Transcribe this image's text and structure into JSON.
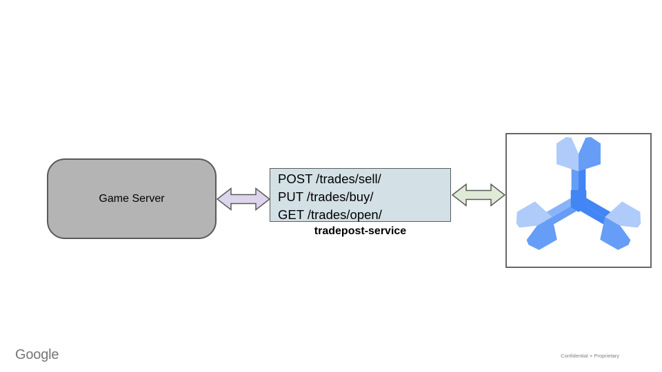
{
  "slide": {
    "background": "#ffffff"
  },
  "nodes": {
    "game_server": {
      "label": "Game Server",
      "fill": "#b4b4b4",
      "border": "#595959"
    },
    "service_box": {
      "endpoints": [
        "POST /trades/sell/",
        "PUT /trades/buy/",
        "GET /trades/open/"
      ],
      "fill": "#d3e0e6",
      "border": "#595959",
      "label": "tradepost-service"
    },
    "spanner_box": {
      "fill": "#ffffff",
      "border": "#666666"
    }
  },
  "connectors": {
    "left_arrow": {
      "type": "double-headed",
      "fill": "#dcd5ec",
      "stroke": "#595959"
    },
    "right_arrow": {
      "type": "double-headed",
      "fill": "#dfead7",
      "stroke": "#595959"
    }
  },
  "spanner_logo": {
    "name": "cloud-spanner-tri-wrench",
    "light": "#aecbfa",
    "medium": "#669df6",
    "medium_light": "#8ab4f8",
    "dark": "#4285f4"
  },
  "footer": {
    "brand": "Google",
    "note": "Confidential + Proprietary"
  }
}
